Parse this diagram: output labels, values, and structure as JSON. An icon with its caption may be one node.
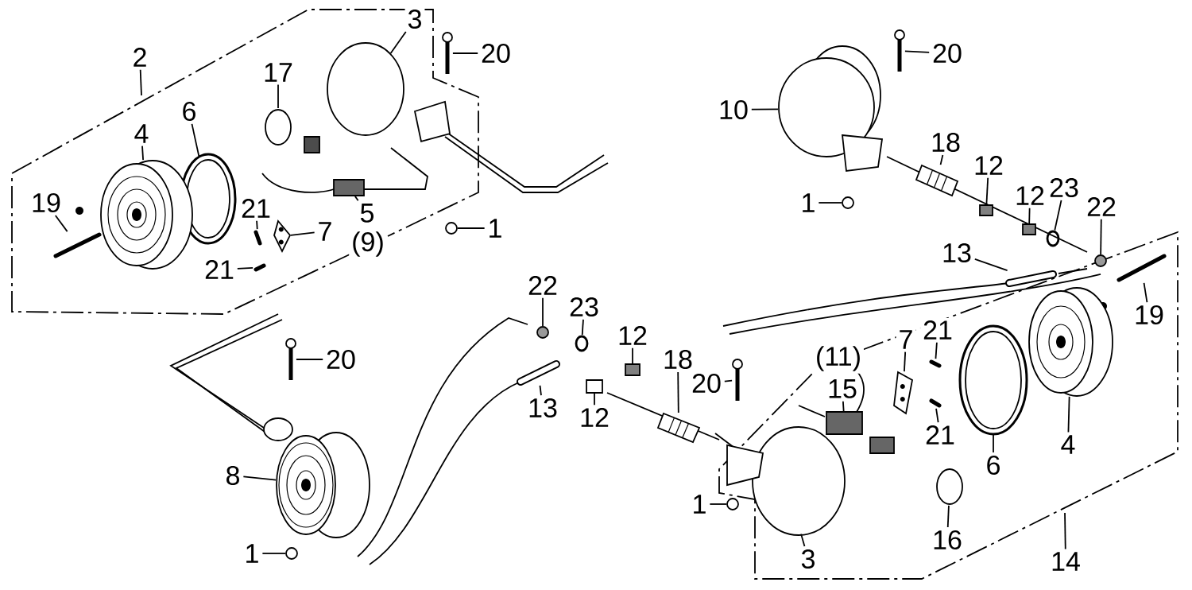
{
  "diagram": {
    "nodes": [
      {
        "text": [
          "2"
        ]
      },
      {
        "text": [
          "3"
        ]
      },
      {
        "text": [
          "20"
        ]
      },
      {
        "text": [
          "17"
        ]
      },
      {
        "text": [
          "6"
        ]
      },
      {
        "text": [
          "4"
        ]
      },
      {
        "text": [
          "19"
        ]
      },
      {
        "text": [
          "21"
        ]
      },
      {
        "text": [
          "5"
        ]
      },
      {
        "text": [
          "1"
        ]
      },
      {
        "text": [
          "7"
        ]
      },
      {
        "text": [
          "21"
        ]
      },
      {
        "text": [
          "20"
        ]
      },
      {
        "text": [
          "8"
        ]
      },
      {
        "text": [
          "1"
        ]
      },
      {
        "text": [
          "22"
        ]
      },
      {
        "text": [
          "23"
        ]
      },
      {
        "text": [
          "12"
        ]
      },
      {
        "text": [
          "13"
        ]
      },
      {
        "text": [
          "12"
        ]
      },
      {
        "text": [
          "18"
        ]
      },
      {
        "text": [
          "20"
        ]
      },
      {
        "text": [
          "1"
        ]
      },
      {
        "text": [
          "20"
        ]
      },
      {
        "text": [
          "10"
        ]
      },
      {
        "text": [
          "18"
        ]
      },
      {
        "text": [
          "12"
        ]
      },
      {
        "text": [
          "1"
        ]
      },
      {
        "text": [
          "12"
        ]
      },
      {
        "text": [
          "23"
        ]
      },
      {
        "text": [
          "22"
        ]
      },
      {
        "text": [
          "13"
        ]
      },
      {
        "text": [
          "19"
        ]
      },
      {
        "text": [
          "7"
        ]
      },
      {
        "text": [
          "21"
        ]
      },
      {
        "text": [
          "15"
        ]
      },
      {
        "text": [
          "21"
        ]
      },
      {
        "text": [
          "6"
        ]
      },
      {
        "text": [
          "4"
        ]
      },
      {
        "text": [
          "16"
        ]
      },
      {
        "text": [
          "3"
        ]
      },
      {
        "text": [
          "14"
        ]
      },
      {
        "text": [],
        "shape": "circle"
      },
      {
        "text": [],
        "shape": "picture"
      },
      {
        "text": [],
        "shape": "circle"
      },
      {
        "text": [],
        "shape": "circle"
      },
      {
        "text": [],
        "shape": "picture"
      },
      {
        "text": [],
        "shape": "picture"
      },
      {
        "text": [],
        "shape": "picture"
      },
      {
        "text": [],
        "shape": "box"
      },
      {
        "text": [],
        "shape": "circle"
      },
      {
        "text": [],
        "shape": "picture"
      },
      {
        "text": [],
        "shape": "picture"
      },
      {
        "text": [],
        "shape": "picture"
      },
      {
        "text": [],
        "shape": "picture"
      },
      {
        "text": [],
        "shape": "circle"
      },
      {
        "text": [],
        "shape": "circle"
      },
      {
        "text": [],
        "shape": "circle"
      },
      {
        "text": [],
        "shape": "box"
      },
      {
        "text": [],
        "shape": "picture"
      },
      {
        "text": [],
        "shape": "box"
      },
      {
        "text": [],
        "shape": "picture"
      },
      {
        "text": [],
        "shape": "picture"
      },
      {
        "text": [],
        "shape": "circle"
      },
      {
        "text": [],
        "shape": "picture"
      },
      {
        "text": [],
        "shape": "circle"
      },
      {
        "text": [],
        "shape": "picture"
      },
      {
        "text": [],
        "shape": "box"
      },
      {
        "text": [],
        "shape": "circle"
      },
      {
        "text": [],
        "shape": "box"
      },
      {
        "text": [],
        "shape": "circle"
      },
      {
        "text": [],
        "shape": "circle"
      },
      {
        "text": [],
        "shape": "picture"
      },
      {
        "text": [],
        "shape": "picture"
      },
      {
        "text": [],
        "shape": "picture"
      },
      {
        "text": [],
        "shape": "picture"
      },
      {
        "text": [],
        "shape": "box"
      },
      {
        "text": [],
        "shape": "picture"
      },
      {
        "text": [],
        "shape": "circle"
      },
      {
        "text": [],
        "shape": "picture"
      },
      {
        "text": [],
        "shape": "circle"
      },
      {
        "text": [],
        "shape": "circle"
      }
    ],
    "edges": [
      {
        "from": 0,
        "to": null,
        "arrow": "none"
      },
      {
        "from": 1,
        "to": 42,
        "arrow": "none"
      },
      {
        "from": 2,
        "to": 43,
        "arrow": "none"
      },
      {
        "from": 3,
        "to": 44,
        "arrow": "none"
      },
      {
        "from": 4,
        "to": 45,
        "arrow": "none"
      },
      {
        "from": 5,
        "to": 46,
        "arrow": "none"
      },
      {
        "from": 6,
        "to": 47,
        "arrow": "none"
      },
      {
        "from": 7,
        "to": 48,
        "arrow": "none"
      },
      {
        "from": 8,
        "to": 49,
        "arrow": "none"
      },
      {
        "from": 9,
        "to": 50,
        "arrow": "none"
      },
      {
        "from": 10,
        "to": 51,
        "arrow": "none"
      },
      {
        "from": 11,
        "to": 52,
        "arrow": "none"
      },
      {
        "from": 12,
        "to": 53,
        "arrow": "none"
      },
      {
        "from": 13,
        "to": 54,
        "arrow": "none"
      },
      {
        "from": 14,
        "to": 55,
        "arrow": "none"
      },
      {
        "from": 15,
        "to": 56,
        "arrow": "none"
      },
      {
        "from": 16,
        "to": 57,
        "arrow": "none"
      },
      {
        "from": 17,
        "to": 58,
        "arrow": "none"
      },
      {
        "from": 18,
        "to": 59,
        "arrow": "none"
      },
      {
        "from": 19,
        "to": 60,
        "arrow": "none"
      },
      {
        "from": 20,
        "to": 61,
        "arrow": "none"
      },
      {
        "from": 21,
        "to": 62,
        "arrow": "none"
      },
      {
        "from": 22,
        "to": 63,
        "arrow": "none"
      },
      {
        "from": 23,
        "to": 64,
        "arrow": "none"
      },
      {
        "from": 24,
        "to": 65,
        "arrow": "none"
      },
      {
        "from": 25,
        "to": 66,
        "arrow": "none"
      },
      {
        "from": 26,
        "to": 67,
        "arrow": "none"
      },
      {
        "from": 27,
        "to": 68,
        "arrow": "none"
      },
      {
        "from": 28,
        "to": 69,
        "arrow": "none"
      },
      {
        "from": 29,
        "to": 70,
        "arrow": "none"
      },
      {
        "from": 30,
        "to": 71,
        "arrow": "none"
      },
      {
        "from": 31,
        "to": 72,
        "arrow": "none"
      },
      {
        "from": 32,
        "to": 73,
        "arrow": "none"
      },
      {
        "from": 33,
        "to": 74,
        "arrow": "none"
      },
      {
        "from": 34,
        "to": 75,
        "arrow": "none"
      },
      {
        "from": 35,
        "to": 76,
        "arrow": "none"
      },
      {
        "from": 36,
        "to": 77,
        "arrow": "none"
      },
      {
        "from": 37,
        "to": 78,
        "arrow": "none"
      },
      {
        "from": 38,
        "to": 79,
        "arrow": "none"
      },
      {
        "from": 39,
        "to": 80,
        "arrow": "none"
      },
      {
        "from": 40,
        "to": 81,
        "arrow": "none"
      },
      {
        "from": 41,
        "to": null,
        "arrow": "none"
      }
    ],
    "labels": [
      "(9)",
      "(11)"
    ]
  }
}
